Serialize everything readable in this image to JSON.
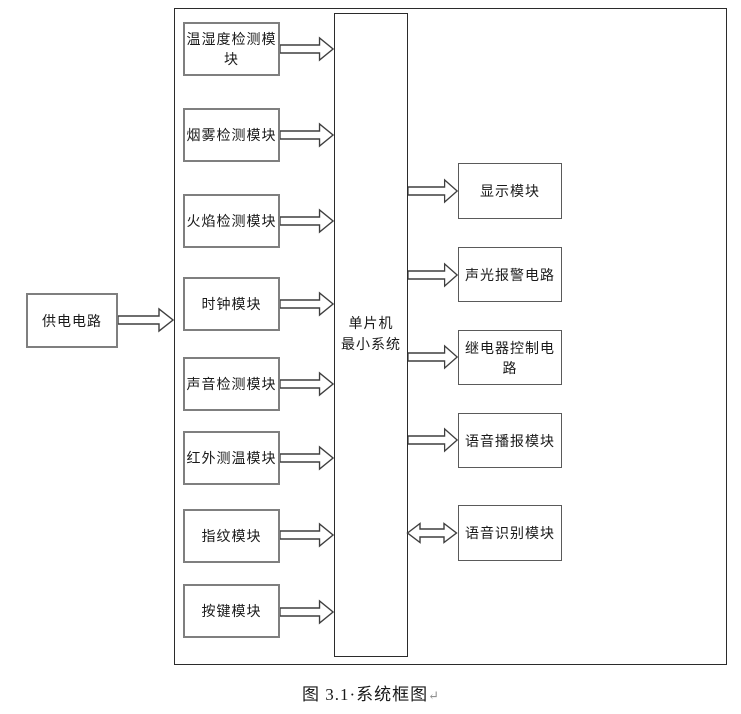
{
  "figure": {
    "caption": "图 3.1·系统框图",
    "caption_return_mark": "↵"
  },
  "power_box": {
    "label": "供电电路"
  },
  "mcu_box": {
    "line1": "单片机",
    "line2": "最小系统"
  },
  "left_modules": [
    {
      "label": "温湿度检测模块"
    },
    {
      "label": "烟雾检测模块"
    },
    {
      "label": "火焰检测模块"
    },
    {
      "label": "时钟模块"
    },
    {
      "label": "声音检测模块"
    },
    {
      "label": "红外测温模块"
    },
    {
      "label": "指纹模块"
    },
    {
      "label": "按键模块"
    }
  ],
  "right_modules": [
    {
      "label": "显示模块",
      "direction": "out"
    },
    {
      "label": "声光报警电路",
      "direction": "out"
    },
    {
      "label": "继电器控制电路",
      "direction": "out"
    },
    {
      "label": "语音播报模块",
      "direction": "out"
    },
    {
      "label": "语音识别模块",
      "direction": "bidirectional"
    }
  ],
  "colors": {
    "module_border": "#7f7f7f",
    "frame_border": "#2b2b2b",
    "arrow_stroke": "#3f3f3f",
    "text": "#1a1a1a",
    "background": "#ffffff"
  }
}
